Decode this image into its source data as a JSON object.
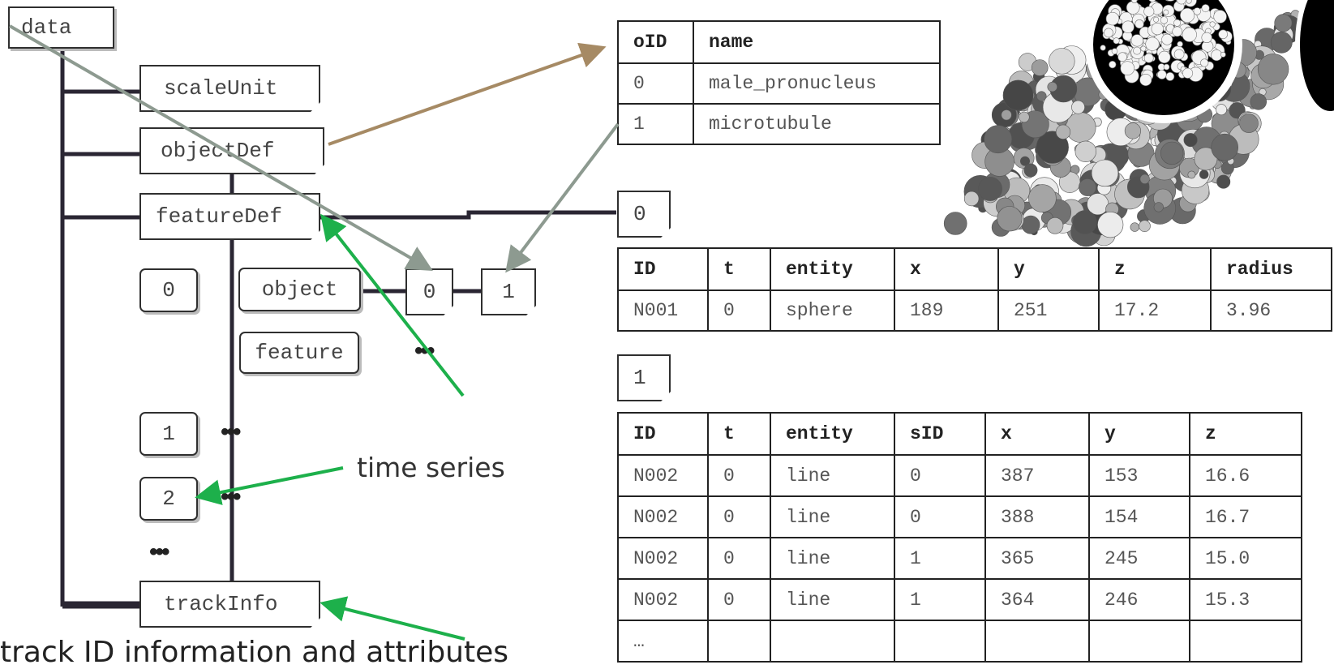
{
  "tree": {
    "root": "data",
    "scale_unit": "scaleUnit",
    "object_def": "objectDef",
    "feature_def": "featureDef",
    "time_0": "0",
    "object": "object",
    "feature": "feature",
    "object_0": "0",
    "object_1": "1",
    "time_1": "1",
    "time_2": "2",
    "track_info": "trackInfo",
    "ellipsis": "…",
    "ellipsis_dots": "•••"
  },
  "annotations": {
    "time_series": "time series",
    "bottom_cut": "track ID information and attributes"
  },
  "object_table": {
    "headers": [
      "oID",
      "name"
    ],
    "rows": [
      [
        "0",
        "male_pronucleus"
      ],
      [
        "1",
        "microtubule"
      ]
    ]
  },
  "object_0_block": {
    "label": "0",
    "headers": [
      "ID",
      "t",
      "entity",
      "x",
      "y",
      "z",
      "radius"
    ],
    "rows": [
      [
        "N001",
        "0",
        "sphere",
        "189",
        "251",
        "17.2",
        "3.96"
      ]
    ]
  },
  "object_1_block": {
    "label": "1",
    "headers": [
      "ID",
      "t",
      "entity",
      "sID",
      "x",
      "y",
      "z"
    ],
    "rows": [
      [
        "N002",
        "0",
        "line",
        "0",
        "387",
        "153",
        "16.6"
      ],
      [
        "N002",
        "0",
        "line",
        "0",
        "388",
        "154",
        "16.7"
      ],
      [
        "N002",
        "0",
        "line",
        "1",
        "365",
        "245",
        "15.0"
      ],
      [
        "N002",
        "0",
        "line",
        "1",
        "364",
        "246",
        "15.3"
      ],
      [
        "…",
        "",
        "",
        "",
        "",
        "",
        ""
      ]
    ]
  },
  "colors": {
    "tree_line": "#2a2633",
    "green_arrow": "#1db04b",
    "gray_arrow": "#8d9a90",
    "brown_arrow": "#a68a64"
  }
}
